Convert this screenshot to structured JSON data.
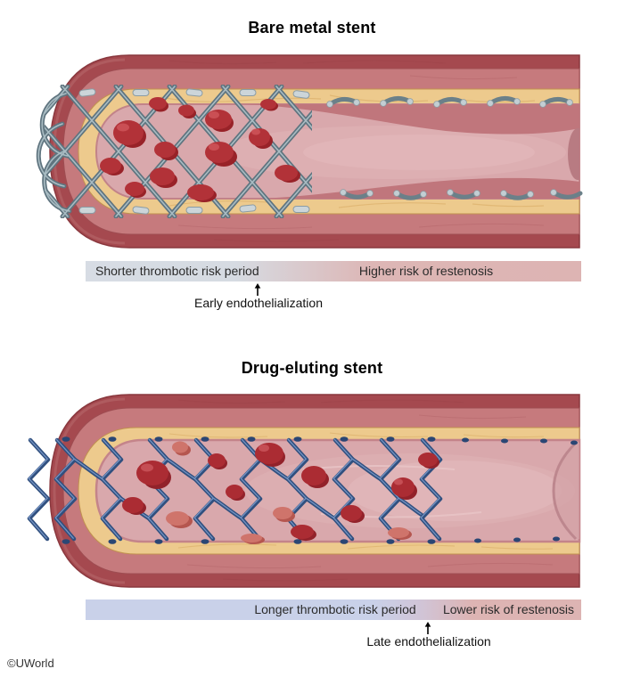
{
  "page": {
    "copyright": "©UWorld"
  },
  "sections": {
    "bare_metal": {
      "title": "Bare metal stent",
      "bar": {
        "left_label": "Shorter thrombotic risk period",
        "right_label": "Higher risk of restenosis",
        "left_color": "#d7dce4",
        "right_color": "#ddb4b3"
      },
      "annotation": "Early endothelialization"
    },
    "drug_eluting": {
      "title": "Drug-eluting stent",
      "bar": {
        "left_label": "Longer thrombotic risk period",
        "right_label": "Lower risk of restenosis",
        "left_color": "#c9d1e9",
        "right_color": "#ddb4b3"
      },
      "annotation": "Late endothelialization"
    }
  },
  "illustration_colors": {
    "artery_outer": "#a5494f",
    "artery_media": "#c67a7d",
    "plaque_intima": "#edca8d",
    "lumen": "#d9a8ac",
    "neointima_restenosis": "#c0767c",
    "thrombus_dark": "#b02f35",
    "thrombus_light": "#cf746b",
    "bare_metal_stent": "#5f747f",
    "drug_eluting_stent": "#31507f"
  }
}
